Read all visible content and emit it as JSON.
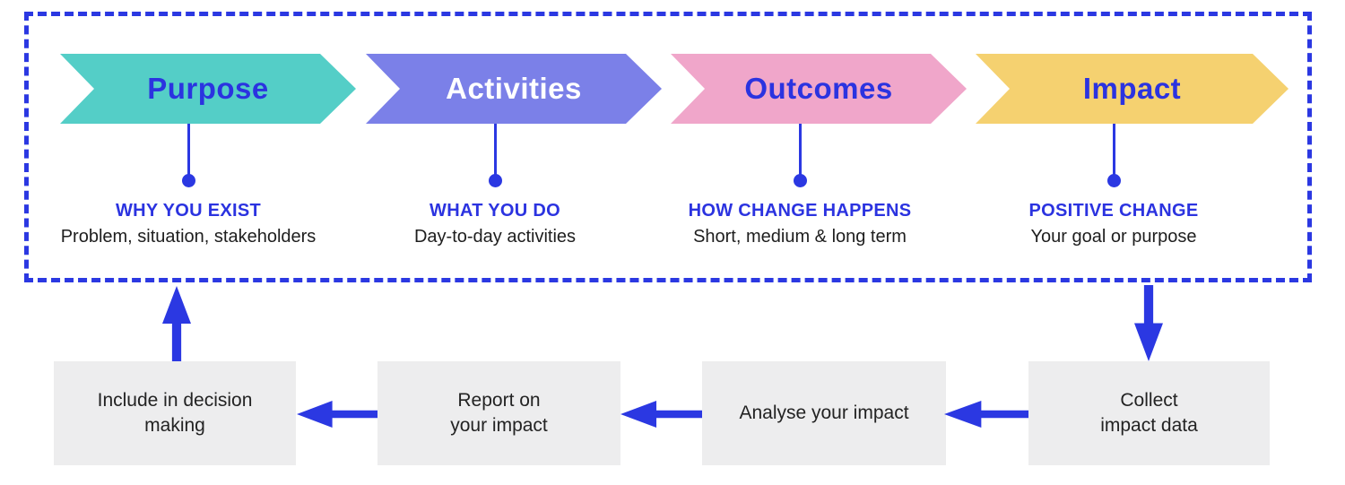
{
  "colors": {
    "accent_blue": "#2b38e2",
    "heading_blue": "#2b33e0",
    "teal": "#54cec7",
    "purple": "#7b80e8",
    "pink": "#f0a6ca",
    "yellow": "#f5d170",
    "box_gray": "#ededee",
    "text_dark": "#1e1e1e",
    "background": "#ffffff"
  },
  "pipeline": {
    "stages": [
      {
        "title": "Purpose",
        "heading": "WHY YOU EXIST",
        "description": "Problem, situation, stakeholders"
      },
      {
        "title": "Activities",
        "heading": "WHAT YOU DO",
        "description": "Day-to-day activities"
      },
      {
        "title": "Outcomes",
        "heading": "HOW CHANGE HAPPENS",
        "description": "Short, medium & long term"
      },
      {
        "title": "Impact",
        "heading": "POSITIVE CHANGE",
        "description": "Your goal or purpose"
      }
    ]
  },
  "cycle": {
    "steps": [
      {
        "label": "Include in decision\nmaking"
      },
      {
        "label": "Report on\nyour impact"
      },
      {
        "label": "Analyse your impact"
      },
      {
        "label": "Collect\nimpact data"
      }
    ]
  }
}
